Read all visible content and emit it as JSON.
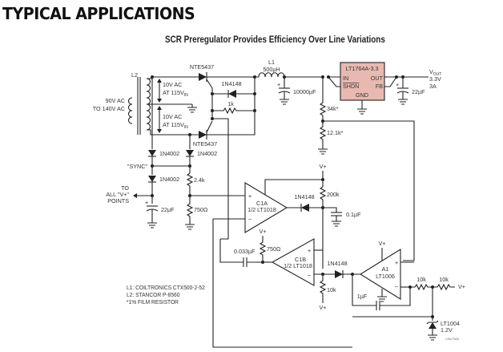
{
  "page": {
    "heading": "TYPICAL APPLICATIONS",
    "figure_title": "SCR Preregulator Provides Efficiency Over Line Variations"
  },
  "colors": {
    "regulator_fill": "#e8b9b0",
    "wire": "#222222",
    "text": "#333333"
  },
  "components": {
    "transformer": {
      "ref": "L2",
      "input_line1": "90V AC",
      "input_line2": "TO 140V AC"
    },
    "secondary_top": {
      "line1": "10V AC",
      "line2": "AT 115V",
      "sub": "IN"
    },
    "secondary_bottom": {
      "line1": "10V AC",
      "line2": "AT 115V",
      "sub": "IN"
    },
    "scr_top": "NTE5437",
    "scr_bottom": "NTE5437",
    "diode_bridge": "1N4148",
    "resistor_1k": "1k",
    "inductor": {
      "ref": "L1",
      "value": "500µH"
    },
    "cap_bulk": "10000µF",
    "regulator": {
      "name": "LT1764A-3.3",
      "pin_in": "IN",
      "pin_shdn": "SHDN",
      "pin_out": "OUT",
      "pin_fb": "FB",
      "pin_gnd": "GND"
    },
    "vout": {
      "label": "V",
      "sub": "OUT",
      "voltage": "3.3V",
      "current": "3A"
    },
    "cap_out": "22µF",
    "r_34k": "34k*",
    "r_12k": "12.1k*",
    "diode_1n4002_a": "1N4002",
    "diode_1n4002_b": "1N4002",
    "diode_1n4002_c": "1N4002",
    "sync_label": "\"SYNC\"",
    "to_vplus": {
      "line1": "TO",
      "line2": "ALL \"V+\"",
      "line3": "POINTS"
    },
    "cap_22u_aux": "22µF",
    "r_2k4": "2.4k",
    "r_750_a": "750Ω",
    "c1a": {
      "name": "C1A",
      "part": "1/2 LT1018",
      "plus": "+",
      "minus": "–"
    },
    "diode_c1a": "1N4148",
    "r_200k": "200k",
    "cap_0u1": "0.1µF",
    "vplus_c1a": "V+",
    "vplus_750": "V+",
    "cap_0033": "0.033µF",
    "r_750_b": "750Ω",
    "c1b": {
      "name": "C1B",
      "part": "1/2 LT1018",
      "plus": "+",
      "minus": "–"
    },
    "diode_c1b": "1N4148",
    "r_10k_pullup": "10k",
    "vplus_10k": "V+",
    "a1": {
      "name": "A1",
      "part": "LT1006",
      "plus": "+",
      "minus": "–",
      "supply": "V+"
    },
    "cap_1u": "1µF",
    "r_10k_a": "10k",
    "r_10k_b": "10k",
    "vplus_ref": "V+",
    "ref_diode": {
      "part": "LT1004",
      "voltage": "1.2V"
    },
    "figure_code": "1764 TA03"
  },
  "notes": [
    "L1: COILTRONICS CTX500-2-52",
    "L2: STANCOR P-8560",
    "*1% FILM RESISTOR"
  ]
}
